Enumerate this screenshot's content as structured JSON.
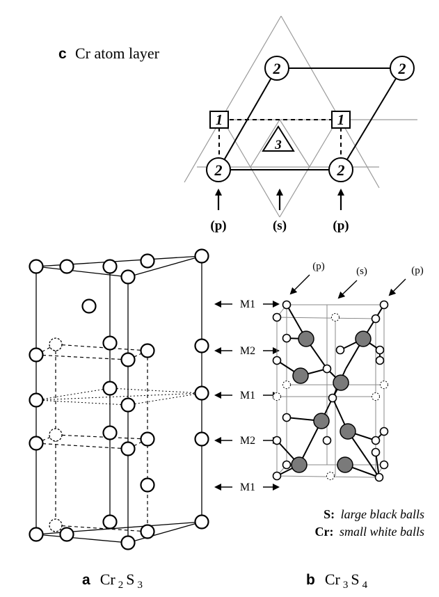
{
  "panel_c": {
    "letter": "c",
    "title": "Cr atom layer",
    "sites": {
      "site_2": "2",
      "site_1": "1",
      "site_3": "3"
    },
    "arrow_labels": [
      "(p)",
      "(s)",
      "(p)"
    ]
  },
  "panel_a": {
    "letter": "a",
    "formula": {
      "el1": "Cr",
      "sub1": "2",
      "el2": "S",
      "sub2": "3"
    }
  },
  "panel_b": {
    "letter": "b",
    "formula": {
      "el1": "Cr",
      "sub1": "3",
      "el2": "S",
      "sub2": "4"
    },
    "top_labels": [
      "(p)",
      "(s)",
      "(p)"
    ],
    "layer_labels": [
      "M1",
      "M2",
      "M1",
      "M2",
      "M1"
    ],
    "legend": {
      "s_key": "S:",
      "s_text": "large black balls",
      "cr_key": "Cr:",
      "cr_text": "small white balls"
    }
  },
  "colors": {
    "ink": "#000000",
    "grid": "#9a9a9a",
    "sulfur_fill": "#7a7a7a",
    "cell_gray": "#8a8a8a"
  }
}
